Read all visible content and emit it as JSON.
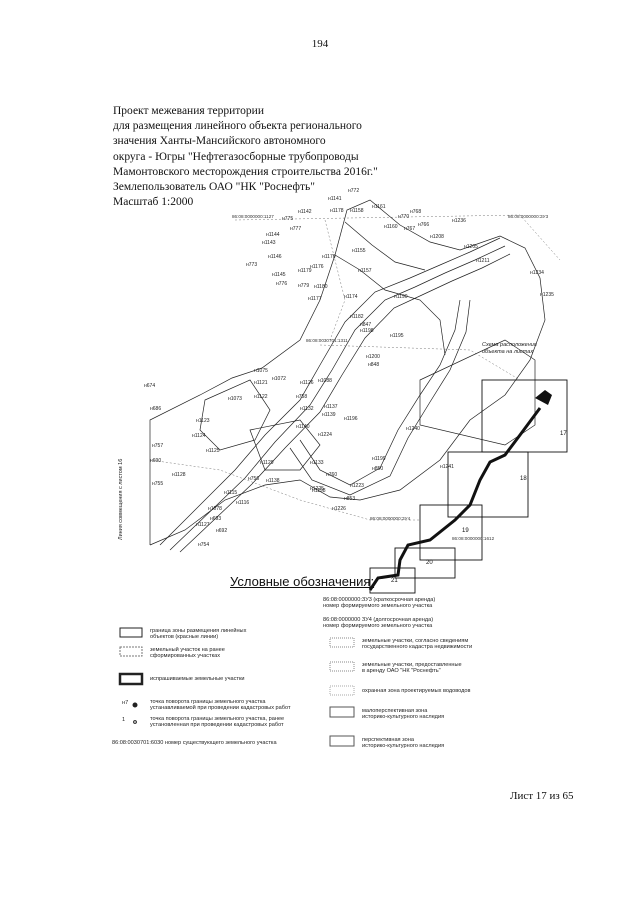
{
  "page_number": "194",
  "title_lines": [
    "Проект межевания территории",
    "для размещения линейного объекта регионального",
    "значения Ханты-Мансийского автономного",
    "округа - Югры \"Нефтегазосборные трубопроводы",
    "Мамонтовского месторождения строительства 2016г.\"",
    "Землепользователь ОАО \"НК \"Роснефть\"",
    "Масштаб 1:2000"
  ],
  "map": {
    "edge_label": "Линия совмещения с листом 16",
    "inset_label": "Схема расположения объекта на листах",
    "inset_sheets": [
      "17",
      "18",
      "19",
      "20",
      "21"
    ],
    "point_labels": [
      "н772",
      "н1141",
      "н1142",
      "н775",
      "н1178",
      "н1158",
      "н1161",
      "н768",
      "н770",
      "н1160",
      "н766",
      "н767",
      "н1236",
      "н1144",
      "н777",
      "н1143",
      "н1146",
      "н773",
      "н1170",
      "н1155",
      "н1208",
      "н1205",
      "н1211",
      "н1145",
      "н1179",
      "н1176",
      "н776",
      "н1157",
      "н1234",
      "н779",
      "н1180",
      "н1177",
      "н1174",
      "н1190",
      "н1235",
      "н1182",
      "н847",
      "н1198",
      "н1195",
      "н1200",
      "н848",
      "н1075",
      "н1121",
      "н1072",
      "н1126",
      "н1088",
      "н674",
      "н1073",
      "н1122",
      "н758",
      "н686",
      "н1123",
      "н1132",
      "н1137",
      "н1139",
      "н1196",
      "н1224",
      "н1240",
      "н1124",
      "н1140",
      "н757",
      "н1125",
      "н1199",
      "н690",
      "н1128",
      "н1129",
      "н1133",
      "н850",
      "н755",
      "н756",
      "н1138",
      "н760",
      "н1241",
      "н754",
      "н1115",
      "н1225",
      "н1198",
      "н1223",
      "н1116",
      "н853",
      "н1226",
      "н1078",
      "н693",
      "н1127",
      "н692"
    ],
    "parcel_labels": [
      "86:08:0000000:ЗУ3",
      "86:08:0000000:ЗУ4",
      "86:08:0000000:1127",
      "86:08:0030701:1311",
      "86:08:0000000:1612"
    ]
  },
  "legend": {
    "title": "Условные обозначения:",
    "items_left": [
      {
        "text": "86:08:0000000:ЗУ3 (краткосрочная аренда)\nномер формируемого земельного участка"
      },
      {
        "text": "86:08:0000000 ЗУ4 (долгосрочная аренда)\nномер формируемого земельного участка"
      },
      {
        "text": "граница зоны размещения линейных\nобъектов (красные линии)"
      },
      {
        "text": "земельный участок на ранее\nсформированных участках"
      },
      {
        "text": "испрашиваемые земельные участки"
      },
      {
        "text": "точка поворота границы земельного участка\nустанавливаемой при проведении кадастровых работ"
      },
      {
        "text": "точка поворота границы земельного участка, ранее\nустановленная при проведении кадастровых работ"
      },
      {
        "text": "86:08:0030701:6030 номер существующего земельного участка"
      }
    ],
    "items_right": [
      {
        "text": "земельные участки, согласно сведениям\nгосударственного кадастра недвижимости"
      },
      {
        "text": "земельные участки, предоставленные\nв аренду ОАО \"НК \"Роснефть\""
      },
      {
        "text": "охранная зона проектируемых водоводов"
      },
      {
        "text": "малоперспективная зона\nисторико-культурного наследия"
      },
      {
        "text": "перспективная зона\nисторико-культурного наследия"
      }
    ],
    "markers": [
      "н7",
      "1"
    ]
  },
  "sheet_label": "Лист 17 из 65"
}
